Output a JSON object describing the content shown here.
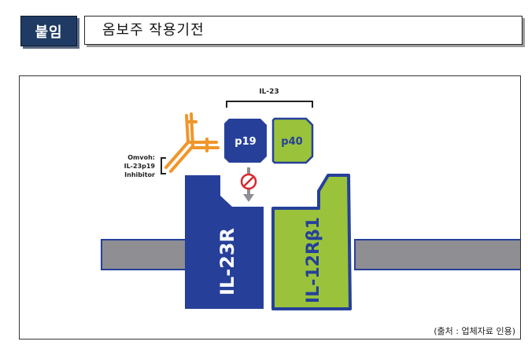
{
  "header": {
    "tag": "붙임",
    "title": "옴보주 작용기전"
  },
  "diagram": {
    "labels": {
      "il23": "IL-23",
      "p19": "p19",
      "p40": "p40",
      "inhibitor_line1": "Omvoh:",
      "inhibitor_line2": "IL-23p19",
      "inhibitor_line3": "Inhibitor",
      "il23r": "IL-23R",
      "il12rb1": "IL-12Rβ1"
    },
    "colors": {
      "navy": "#26409a",
      "green": "#9ac33b",
      "orange": "#f0962b",
      "membrane": "#8e8e93",
      "block_red": "#d9282f"
    },
    "caption": "(출처 : 업체자료 인용)"
  }
}
